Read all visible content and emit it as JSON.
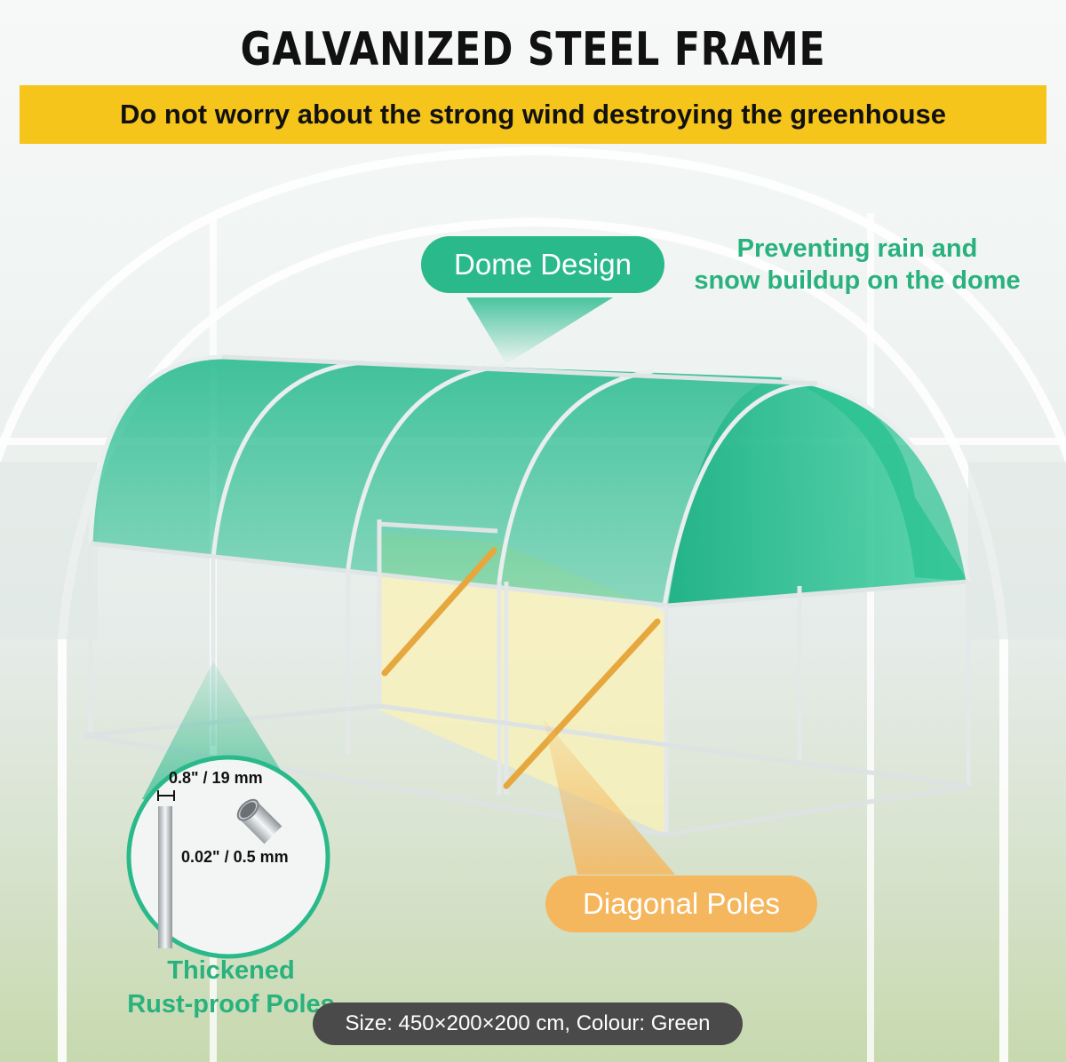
{
  "title": "GALVANIZED STEEL FRAME",
  "subtitle": "Do not worry about the strong wind destroying the greenhouse",
  "features": {
    "dome_label": "Dome Design",
    "dome_note_line1": "Preventing rain and",
    "dome_note_line2": "snow buildup on the dome",
    "diagonal_label": "Diagonal Poles",
    "poles_line1": "Thickened",
    "poles_line2": "Rust-proof Poles"
  },
  "pole_specs": {
    "diameter": "0.8\" / 19 mm",
    "wall_thickness": "0.02\" / 0.5 mm"
  },
  "product_info": "Size: 450×200×200 cm, Colour: Green",
  "colors": {
    "accent_green": "#2ab98a",
    "cover_green": "#1fb889",
    "banner_yellow": "#f6c51b",
    "diagonal_orange": "#f5b75e",
    "pill_dark": "#4a4a4a"
  }
}
